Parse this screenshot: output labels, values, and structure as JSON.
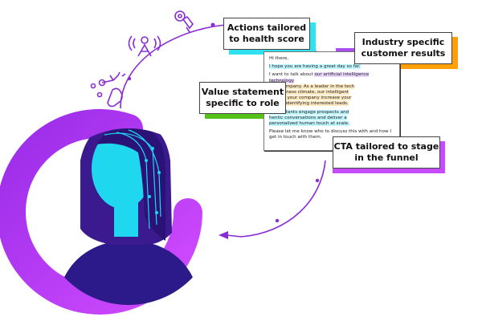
{
  "callouts": {
    "actions": {
      "line1": "Actions tailored",
      "line2": "to health score",
      "shadow": "#30e2f0"
    },
    "industry": {
      "line1": "Industry specific",
      "line2": "customer results",
      "shadow": "#ff9f0a"
    },
    "value": {
      "line1": "Value statement",
      "line2": "specific to role",
      "shadow": "#55c21a"
    },
    "cta": {
      "line1": "CTA tailored to stage",
      "line2": "in the funnel",
      "shadow": "#c84cff"
    }
  },
  "email": {
    "greeting": "Hi there,",
    "p1": "I hope you are having a great day so far.",
    "p2a": "I want to talk about ",
    "p2b": "our artificial intelligence technology",
    "p2c": " your company. As a leader in the tech",
    "p2d": "y's business climate, our intelligent",
    "p2e": "an help your company increase your",
    "p2f": "ncy by identifying interested leads.",
    "p3a": "al Assistants engage prospects and",
    "p3b": "hentic conversations and deliver a",
    "p3c": "personalized human touch at scale.",
    "p4a": "Please let me know who to discuss this with and how I",
    "p4b": "get in touch with them."
  },
  "colors": {
    "purple_ring": "#a73af0",
    "arc": "#8a2bd8",
    "face": "#1fd8f0",
    "hair": "#3a1a8e",
    "shirt": "#2c1a8a"
  },
  "icons": [
    "touch-target-icon",
    "broadcast-person-icon",
    "tech-hand-icon"
  ]
}
